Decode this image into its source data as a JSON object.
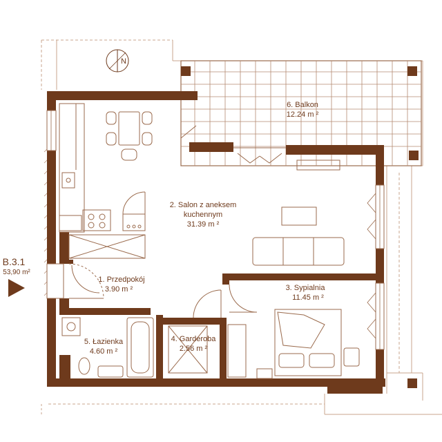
{
  "unit": {
    "code": "B.3.1",
    "area": "53,90 m²"
  },
  "compass": {
    "letter": "N"
  },
  "colors": {
    "wall": "#6e3a1c",
    "line": "#9a6a4c",
    "text": "#6e3a1c",
    "background": "#ffffff"
  },
  "rooms": [
    {
      "name": "1. Przedpokój",
      "area": "3.90 m ²"
    },
    {
      "name": "2. Salon z aneksem",
      "name2": "kuchennym",
      "area": "31.39 m ²"
    },
    {
      "name": "3. Sypialnia",
      "area": "11.45 m ²"
    },
    {
      "name": "4. Garderoba",
      "area": "2.56 m ²"
    },
    {
      "name": "5. Łazienka",
      "area": "4.60 m ²"
    },
    {
      "name": "6. Balkon",
      "area": "12.24 m ²"
    }
  ]
}
